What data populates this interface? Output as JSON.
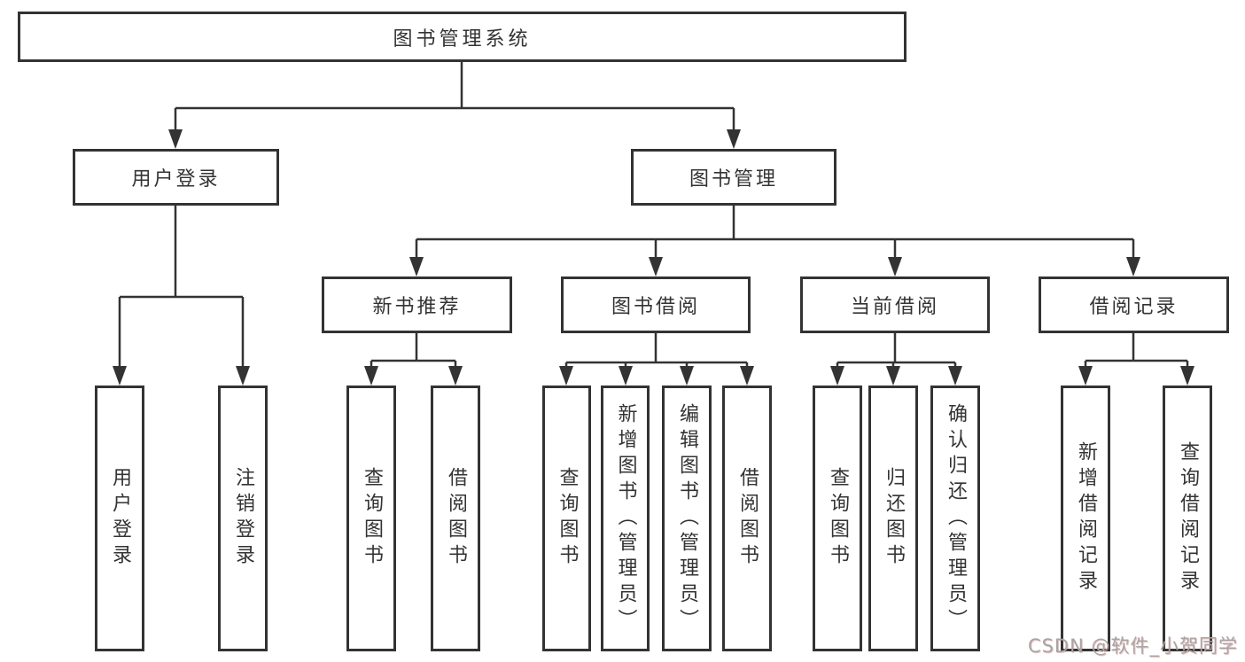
{
  "diagram": {
    "title_node": "图书管理系统",
    "nodes": {
      "root": "图书管理系统",
      "user_login": "用户登录",
      "book_mgmt": "图书管理",
      "new_book_rec": "新书推荐",
      "book_borrow": "图书借阅",
      "current_borrow": "当前借阅",
      "borrow_records": "借阅记录",
      "leaf_user_login": "用户登录",
      "leaf_logout": "注销登录",
      "rec_query_book": "查询图书",
      "rec_borrow_book": "借阅图书",
      "bb_query_book": "查询图书",
      "bb_add_book": "新增图书（管理员）",
      "bb_edit_book": "编辑图书（管理员）",
      "bb_borrow_book": "借阅图书",
      "cb_query_book": "查询图书",
      "cb_return_book": "归还图书",
      "cb_confirm_return": "确认归还（管理员）",
      "br_add_record": "新增借阅记录",
      "br_query_record": "查询借阅记录"
    },
    "edges": [
      [
        "root",
        "user_login"
      ],
      [
        "root",
        "book_mgmt"
      ],
      [
        "user_login",
        "leaf_user_login"
      ],
      [
        "user_login",
        "leaf_logout"
      ],
      [
        "book_mgmt",
        "new_book_rec"
      ],
      [
        "book_mgmt",
        "book_borrow"
      ],
      [
        "book_mgmt",
        "current_borrow"
      ],
      [
        "book_mgmt",
        "borrow_records"
      ],
      [
        "new_book_rec",
        "rec_query_book"
      ],
      [
        "new_book_rec",
        "rec_borrow_book"
      ],
      [
        "book_borrow",
        "bb_query_book"
      ],
      [
        "book_borrow",
        "bb_add_book"
      ],
      [
        "book_borrow",
        "bb_edit_book"
      ],
      [
        "book_borrow",
        "bb_borrow_book"
      ],
      [
        "current_borrow",
        "cb_query_book"
      ],
      [
        "current_borrow",
        "cb_return_book"
      ],
      [
        "current_borrow",
        "cb_confirm_return"
      ],
      [
        "borrow_records",
        "br_add_record"
      ],
      [
        "borrow_records",
        "br_query_record"
      ]
    ]
  },
  "watermark": "CSDN @软件_小贺同学",
  "colors": {
    "line": "#333333",
    "box_border": "#333333",
    "text": "#333333",
    "background": "#ffffff",
    "watermark_text": "#a6a6a6"
  }
}
